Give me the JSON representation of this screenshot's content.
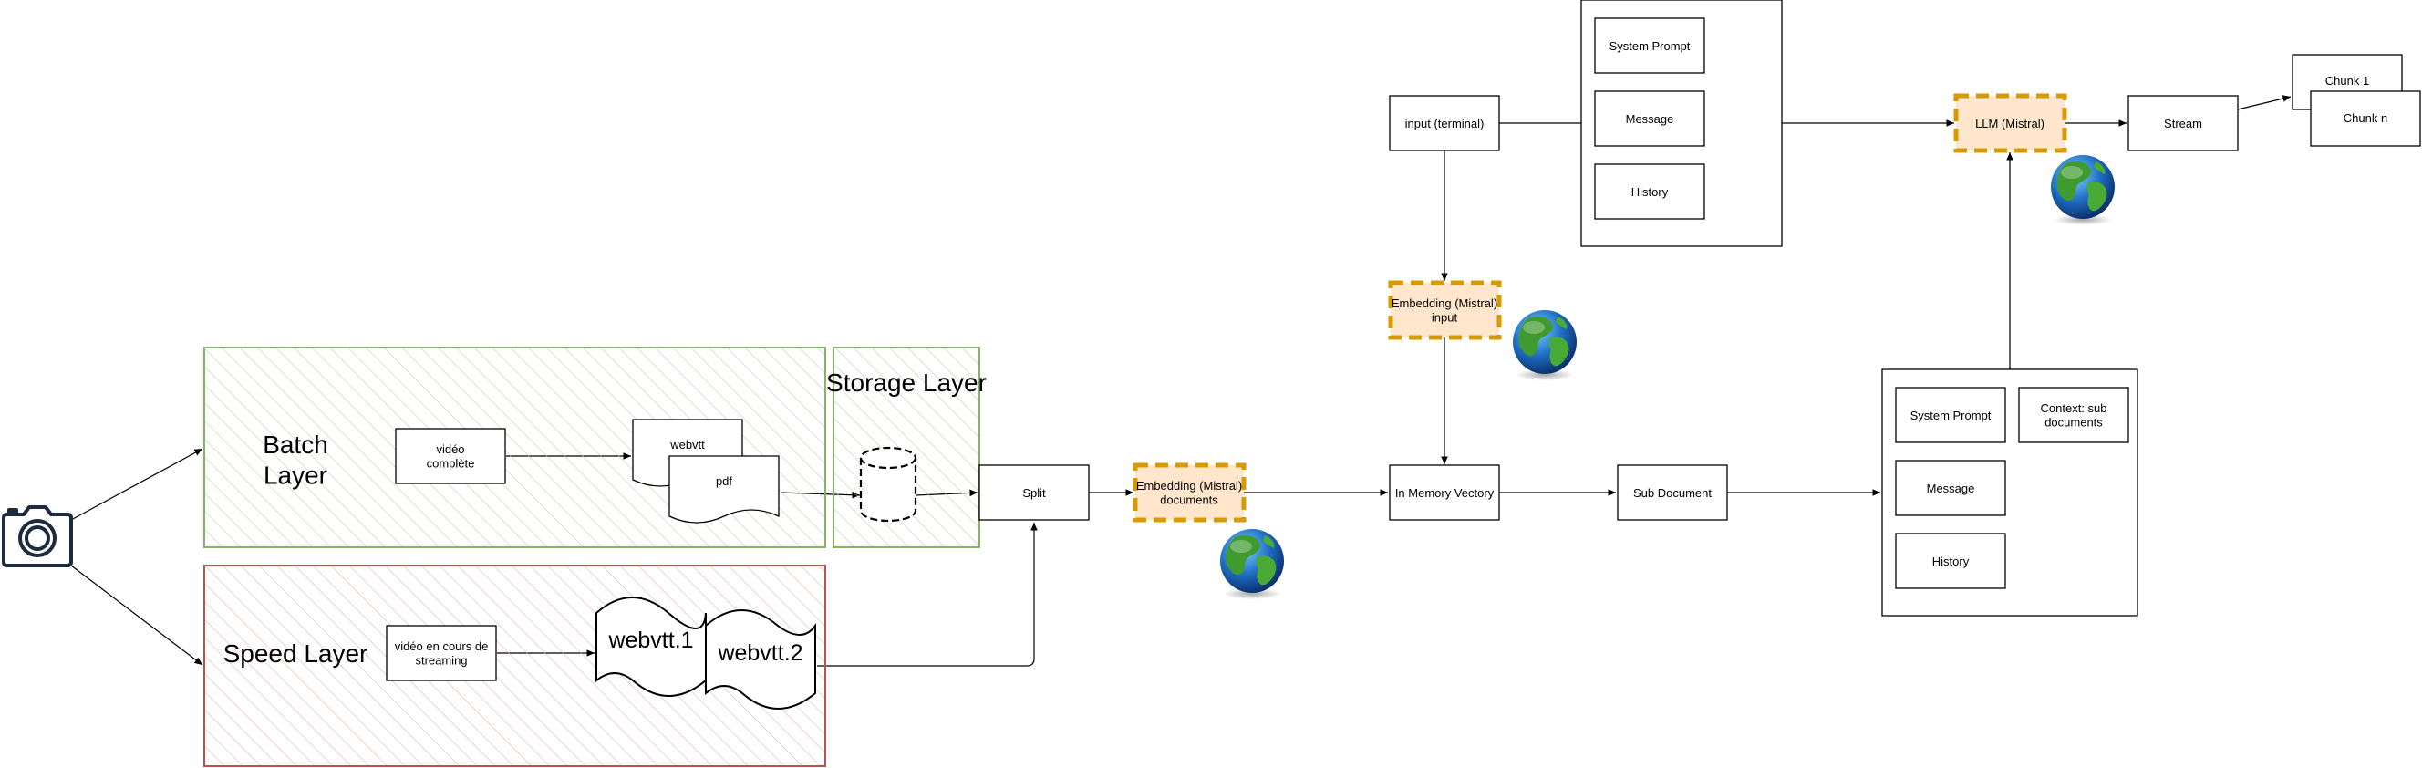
{
  "layers": {
    "batch": "Batch\nLayer",
    "storage": "Storage Layer",
    "speed": "Speed Layer"
  },
  "nodes": {
    "video_complete": "vidéo\ncomplète",
    "webvtt": "webvtt",
    "pdf": "pdf",
    "video_streaming": "vidéo en cours de\nstreaming",
    "webvtt_1": "webvtt.1",
    "webvtt_2": "webvtt.2",
    "split": "Split",
    "embedding_documents": "Embedding (Mistral)\ndocuments",
    "input_terminal": "input (terminal)",
    "embedding_input": "Embedding (Mistral)\ninput",
    "in_memory_vectory": "In Memory Vectory",
    "sub_document": "Sub Document",
    "system_prompt_top": "System Prompt",
    "message_top": "Message",
    "history_top": "History",
    "llm": "LLM (Mistral)",
    "stream": "Stream",
    "chunk_1": "Chunk 1",
    "chunk_n": "Chunk n",
    "system_prompt_bottom": "System Prompt",
    "context": "Context: sub\ndocuments",
    "message_bottom": "Message",
    "history_bottom": "History"
  },
  "icons": {
    "source": "camera-icon",
    "globe": "globe-icon",
    "database": "database-icon"
  },
  "colors": {
    "batch_stroke": "#82b366",
    "speed_stroke": "#b85450",
    "embedding_fill": "#ffe6cc",
    "embedding_stroke": "#d79b00",
    "camera": "#1d2b3f"
  }
}
